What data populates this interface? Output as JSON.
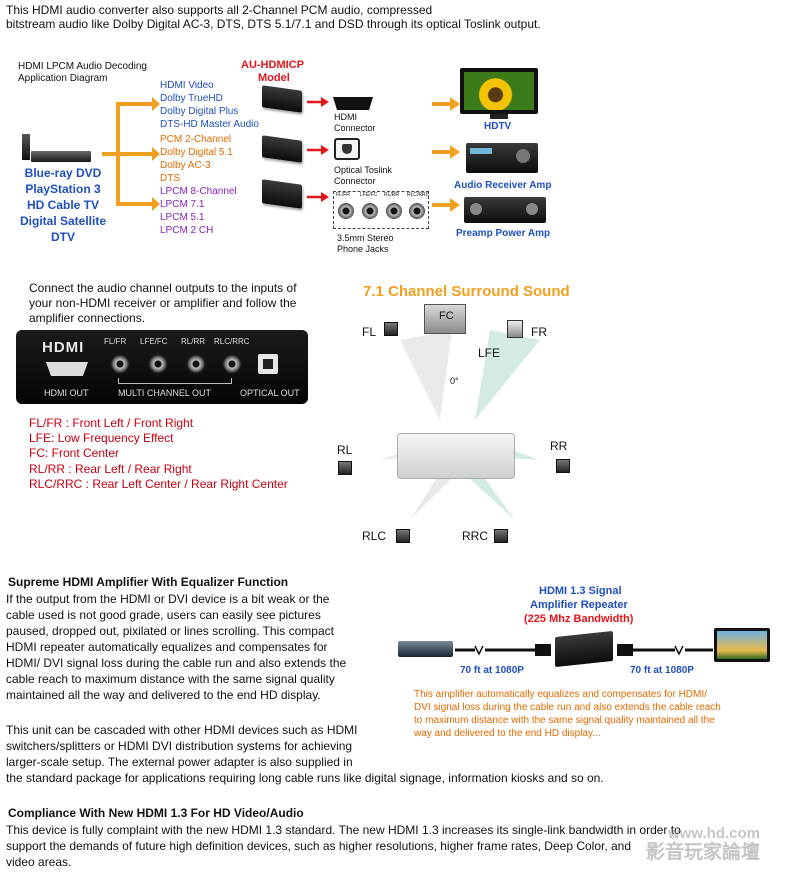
{
  "intro": {
    "line1": "This HDMI audio converter also supports all 2-Channel PCM audio, compressed",
    "line2": "bitstream audio like Dolby Digital AC-3, DTS, DTS 5.1/7.1 and DSD through its optical Toslink output."
  },
  "diagram": {
    "title1": "HDMI LPCM Audio Decoding",
    "title2": "Application Diagram",
    "model1": "AU-HDMICP",
    "model2": "Model",
    "sources": [
      "Blue-ray DVD",
      "PlayStation 3",
      "HD Cable TV",
      "Digital Satellite",
      "DTV"
    ],
    "group1": [
      "HDMI Video",
      "Dolby TrueHD",
      "Dolby Digital Plus",
      "DTS-HD Master Audio"
    ],
    "group2": [
      "PCM 2-Channel",
      "Dolby Digital 5.1",
      "Dolby AC-3",
      "DTS"
    ],
    "group3": [
      "LPCM 8-Channel",
      "LPCM 7.1",
      "LPCM 5.1",
      "LPCM 2 CH"
    ],
    "connector1": [
      "HDMI",
      "Connector"
    ],
    "connector2": [
      "Optical Toslink",
      "Connector"
    ],
    "connector3": [
      "3.5mm Stereo",
      "Phone Jacks"
    ],
    "jack_labels": [
      "FL/FR",
      "LFE/FC",
      "RL/RR",
      "RLC/RRC"
    ],
    "outputs": [
      "HDTV",
      "Audio Receiver Amp",
      "Preamp Power Amp"
    ],
    "colors": {
      "blue": "#1f4fbf",
      "orange": "#e26a00",
      "purple": "#8a22b8",
      "arrow": "#f0a020"
    }
  },
  "panel": {
    "instructions": [
      "Connect the audio channel outputs to the inputs of",
      "your non-HDMI receiver or amplifier and follow the",
      "amplifier connections."
    ],
    "logo": "HDMI",
    "jack_labels": [
      "FL/FR",
      "LFE/FC",
      "RL/RR",
      "RLC/RRC"
    ],
    "hdmi_out": "HDMI OUT",
    "multi_channel_out": "MULTI CHANNEL OUT",
    "optical_out": "OPTICAL OUT"
  },
  "legend": [
    "FL/FR : Front Left / Front Right",
    "LFE: Low Frequency Effect",
    "FC: Front Center",
    "RL/RR : Rear Left / Rear Right",
    "RLC/RRC : Rear Left Center / Rear Right Center"
  ],
  "surround": {
    "title": "7.1 Channel Surround Sound",
    "fc": "FC",
    "fl": "FL",
    "fr": "FR",
    "lfe": "LFE",
    "angle": "0°",
    "rl": "RL",
    "rr": "RR",
    "rlc": "RLC",
    "rrc": "RRC"
  },
  "amplifier_section": {
    "heading": "Supreme HDMI Amplifier With Equalizer Function",
    "para1": [
      "If the output from the HDMI or DVI device is a bit weak or the",
      "cable used is not good grade, users can easily see pictures",
      "paused, dropped out, pixilated or lines scrolling. This compact",
      "HDMI repeater automatically equalizes and compensates for",
      "HDMI/ DVI signal loss during the cable run and also extends the",
      "cable reach to maximum distance with the same signal quality",
      "maintained all the way and delivered to the end HD display."
    ],
    "para2": [
      "This unit can be cascaded with other HDMI devices such as HDMI",
      "switchers/splitters or HDMI DVI distribution systems for achieving",
      "larger-scale setup. The external power adapter is also supplied in",
      "the standard package for applications requiring long cable runs like digital signage, information kiosks and so on."
    ],
    "figure_title": [
      "HDMI 1.3 Signal",
      "Amplifier Repeater",
      "(225 Mhz Bandwidth)"
    ],
    "cable1": "70 ft at 1080P",
    "cable2": "70 ft at 1080P",
    "caption": [
      "This amplifier automatically equalizes and compensates for HDMI/",
      "DVI signal loss during the cable run and also extends the cable reach",
      "to maximum distance with the same signal quality maintained all the",
      "way and delivered to the end HD display..."
    ]
  },
  "compliance": {
    "heading": "Compliance With New HDMI 1.3 For HD Video/Audio",
    "lines": [
      "This device is fully complaint with the new HDMI 1.3 standard. The new HDMI 1.3 increases its single-link bandwidth in order to",
      "support the demands of future high definition devices, such as higher resolutions, higher frame rates, Deep Color, and",
      "video areas."
    ]
  },
  "watermark": [
    "www.hd.com",
    "影音玩家論壇"
  ]
}
